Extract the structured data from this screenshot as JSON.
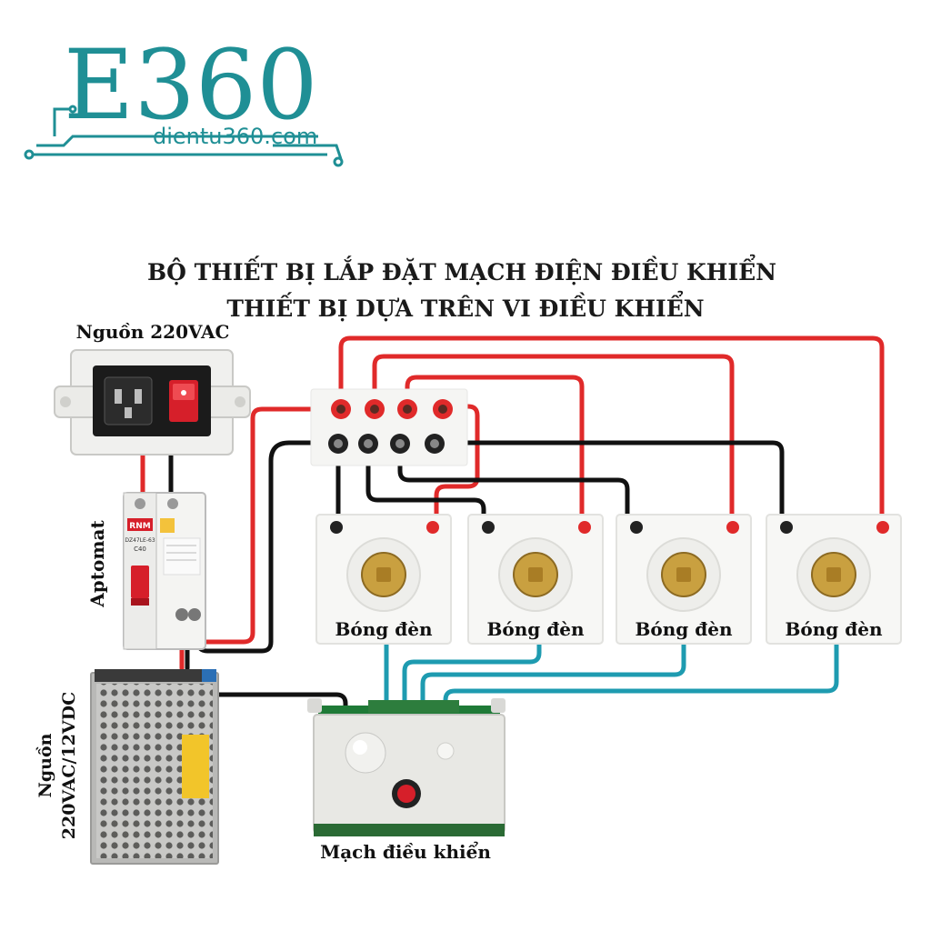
{
  "logo": {
    "mark": "E360",
    "subtitle": "dientu360.com"
  },
  "title": {
    "line1": "BỘ THIẾT BỊ LẮP ĐẶT MẠCH ĐIỆN ĐIỀU KHIỂN",
    "line2": "THIẾT BỊ DỰA TRÊN VI ĐIỀU KHIỂN"
  },
  "labels": {
    "source_ac": "Nguồn 220VAC",
    "breaker": "Aptomat",
    "psu_line1": "Nguồn",
    "psu_line2": "220VAC/12VDC",
    "controller": "Mạch điều khiển",
    "lamp": "Bóng đèn"
  },
  "breaker_marks": {
    "brand": "RNM",
    "model": "DZ47LE-63",
    "rating": "C40"
  },
  "colors": {
    "brand_teal": "#1f8f95",
    "wire_red": "#e02a2a",
    "wire_black": "#111111",
    "wire_signal": "#1e9bb0",
    "switch_red": "#d61f2a"
  }
}
